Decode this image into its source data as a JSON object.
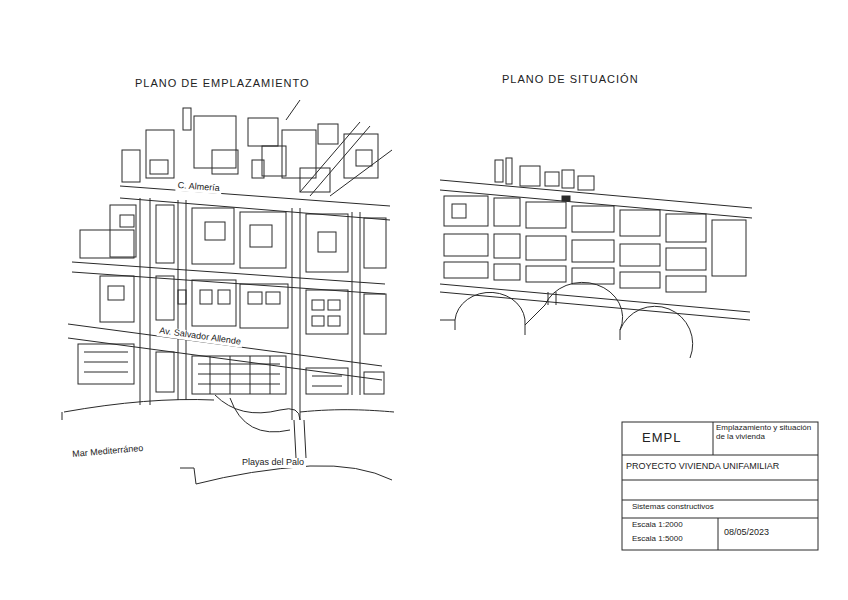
{
  "diagram": {
    "labels": [
      "PLANO DE EMPLAZAMIENTO",
      "PLANO DE SITUACIÓN",
      "C. Almería",
      "Av. Salvador Allende",
      "Mar Mediterráneo",
      "Playas del Palo",
      "EMPL",
      "Emplazamiento y situación de la vivienda",
      "PROYECTO VIVIENDA UNIFAMILIAR",
      "Sistemas constructivos",
      "Escala 1:2000",
      "Escala 1:5000",
      "08/05/2023"
    ]
  }
}
